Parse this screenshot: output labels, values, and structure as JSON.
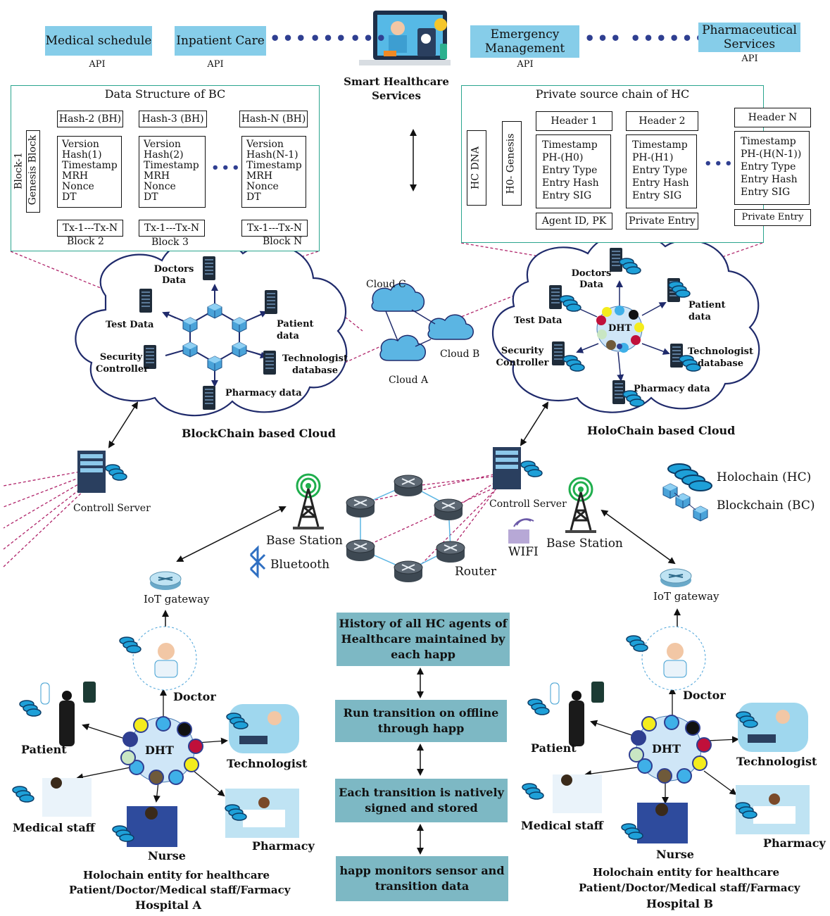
{
  "top_services": {
    "medical_schedule": "Medical schedule",
    "inpatient_care": "Inpatient Care",
    "emergency_management": "Emergency Management",
    "pharmaceutical_services": "Pharmaceutical Services",
    "api_label": "API",
    "smart_healthcare": "Smart Healthcare Services"
  },
  "bc_structure": {
    "title": "Data Structure of BC",
    "block1_label": "Block-1",
    "genesis_label": "Genesis Block",
    "hash_headers": [
      "Hash-2 (BH)",
      "Hash-3 (BH)",
      "Hash-N (BH)"
    ],
    "block_fields": [
      [
        "Version",
        "Hash(1)",
        "Timestamp",
        "MRH",
        "Nonce",
        "DT"
      ],
      [
        "Version",
        "Hash(2)",
        "Timestamp",
        "MRH",
        "Nonce",
        "DT"
      ],
      [
        "Version",
        "Hash(N-1)",
        "Timestamp",
        "MRH",
        "Nonce",
        "DT"
      ]
    ],
    "tx_label": "Tx-1---Tx-N",
    "block_names": [
      "Block 2",
      "Block 3",
      "Block N"
    ]
  },
  "hc_chain": {
    "title": "Private source chain of HC",
    "dna_label": "HC DNA",
    "genesis_label": "H0- Genesis",
    "headers": [
      "Header 1",
      "Header 2",
      "Header N"
    ],
    "entries": [
      [
        "Timestamp",
        "PH-(H0)",
        "Entry Type",
        "Entry Hash",
        "Entry SIG"
      ],
      [
        "Timestamp",
        "PH-(H1)",
        "Entry Type",
        "Entry Hash",
        "Entry SIG"
      ],
      [
        "Timestamp",
        "PH-(H(N-1))",
        "Entry Type",
        "Entry Hash",
        "Entry SIG"
      ]
    ],
    "footers": [
      "Agent ID, PK",
      "Private Entry",
      "Private Entry"
    ]
  },
  "bc_cloud": {
    "caption": "BlockChain based Cloud",
    "nodes": [
      "Doctors Data",
      "Test Data",
      "Patient data",
      "Security Controller",
      "Technologist database",
      "Pharmacy data"
    ]
  },
  "hc_cloud": {
    "caption": "HoloChain based Cloud",
    "center": "DHT",
    "nodes": [
      "Doctors Data",
      "Test Data",
      "Patient data",
      "Security Controller",
      "Technologist database",
      "Pharmacy data"
    ]
  },
  "clouds": {
    "a": "Cloud A",
    "b": "Cloud B",
    "c": "Cloud C"
  },
  "network": {
    "control_server": "Controll Server",
    "base_station": "Base Station",
    "bluetooth": "Bluetooth",
    "router": "Router",
    "wifi": "WIFI",
    "iot_gateway": "IoT gateway"
  },
  "legend": {
    "holochain": "Holochain (HC)",
    "blockchain": "Blockchain (BC)"
  },
  "hospitals": [
    {
      "center": "DHT",
      "roles": {
        "doctor": "Doctor",
        "patient": "Patient",
        "technologist": "Technologist",
        "medical_staff": "Medical staff",
        "nurse": "Nurse",
        "pharmacy": "Pharmacy"
      },
      "caption1": "Holochain entity for healthcare",
      "caption2": "Patient/Doctor/Medical staff/Farmacy",
      "name": "Hospital A"
    },
    {
      "center": "DHT",
      "roles": {
        "doctor": "Doctor",
        "patient": "Patient",
        "technologist": "Technologist",
        "medical_staff": "Medical staff",
        "nurse": "Nurse",
        "pharmacy": "Pharmacy"
      },
      "caption1": "Holochain entity for healthcare",
      "caption2": "Patient/Doctor/Medical staff/Farmacy",
      "name": "Hospital B"
    }
  ],
  "flow": [
    "History of all HC agents of Healthcare maintained by each happ",
    "Run transition on offline through happ",
    "Each transition is natively signed and stored",
    "happ monitors sensor and transition data"
  ],
  "colors": {
    "service_box": "#86cde9",
    "panel_border": "#2aa58e",
    "flow_box": "#7db8c4",
    "dht_node_yellow": "#f4ec1c",
    "dht_node_blue": "#2f3f91",
    "dht_node_red": "#c0103a",
    "dht_node_brown": "#6f5a3a"
  }
}
